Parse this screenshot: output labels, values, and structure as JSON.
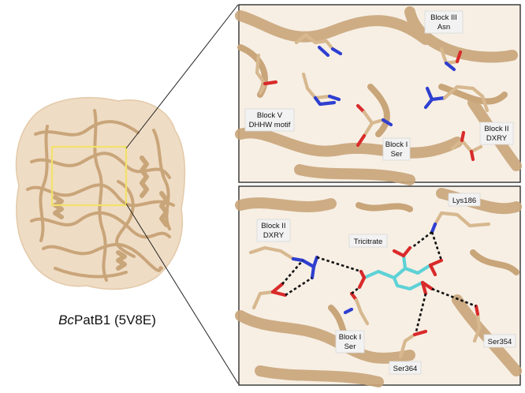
{
  "title": {
    "italic": "Bc",
    "regular": "PatB1 (5V8E)"
  },
  "colors": {
    "protein_surface": "#efdcc4",
    "ribbon": "#c9a57a",
    "carbon": "#d7b88f",
    "nitrogen": "#2f3fd0",
    "oxygen": "#d92a2a",
    "ligand_carbon": "#5ed2d6",
    "selection_box": "#f2e26a",
    "hydrogen_bond": "#111111"
  },
  "top_panel": {
    "labels": {
      "block3_line1": "Block III",
      "block3_line2": "Asn",
      "block5_line1": "Block V",
      "block5_line2": "DHHW motif",
      "block1_line1": "Block I",
      "block1_line2": "Ser",
      "block2_line1": "Block II",
      "block2_line2": "DXRY"
    }
  },
  "bottom_panel": {
    "labels": {
      "lys": "Lys186",
      "block2_line1": "Block II",
      "block2_line2": "DXRY",
      "ligand": "Tricitrate",
      "block1_line1": "Block I",
      "block1_line2": "Ser",
      "ser354": "Ser354",
      "ser364": "Ser364"
    }
  }
}
